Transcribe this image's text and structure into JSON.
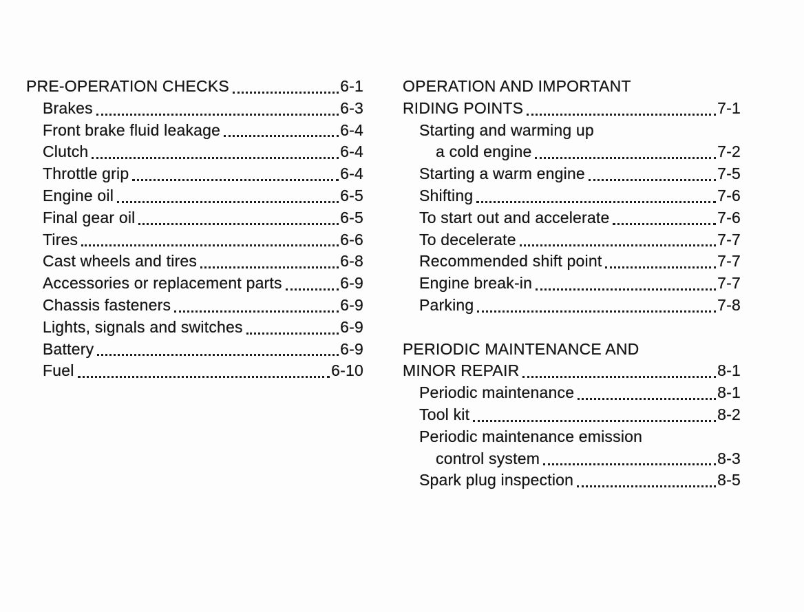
{
  "page": {
    "background": "#fdfdfd",
    "text_color": "#161616",
    "kind": "scanned manual table of contents"
  },
  "toc": {
    "left_column": {
      "rows": [
        {
          "kind": "heading",
          "label": "PRE-OPERATION CHECKS",
          "page": "6-1"
        },
        {
          "kind": "item",
          "label": "Brakes",
          "page": "6-3"
        },
        {
          "kind": "item",
          "label": "Front brake fluid leakage",
          "page": "6-4"
        },
        {
          "kind": "item",
          "label": "Clutch",
          "page": "6-4"
        },
        {
          "kind": "item",
          "label": "Throttle grip",
          "page": "6-4"
        },
        {
          "kind": "item",
          "label": "Engine oil",
          "page": "6-5"
        },
        {
          "kind": "item",
          "label": "Final gear oil",
          "page": "6-5"
        },
        {
          "kind": "item",
          "label": "Tires",
          "page": "6-6"
        },
        {
          "kind": "item",
          "label": "Cast wheels and tires",
          "page": "6-8"
        },
        {
          "kind": "item",
          "label": "Accessories or replacement parts",
          "page": "6-9"
        },
        {
          "kind": "item",
          "label": "Chassis fasteners",
          "page": "6-9"
        },
        {
          "kind": "item",
          "label": "Lights, signals and switches",
          "page": "6-9"
        },
        {
          "kind": "item",
          "label": "Battery",
          "page": "6-9"
        },
        {
          "kind": "item",
          "label": "Fuel",
          "page": "6-10"
        }
      ]
    },
    "right_column": {
      "rows": [
        {
          "kind": "heading",
          "label": "OPERATION AND IMPORTANT",
          "page": ""
        },
        {
          "kind": "heading",
          "label": "RIDING POINTS",
          "page": "7-1"
        },
        {
          "kind": "item",
          "label": "Starting and warming up",
          "page": ""
        },
        {
          "kind": "wrap",
          "label": "a cold engine",
          "page": "7-2"
        },
        {
          "kind": "item",
          "label": "Starting a warm engine",
          "page": "7-5"
        },
        {
          "kind": "item",
          "label": "Shifting",
          "page": "7-6"
        },
        {
          "kind": "item",
          "label": "To start out and accelerate",
          "page": "7-6"
        },
        {
          "kind": "item",
          "label": "To decelerate",
          "page": "7-7"
        },
        {
          "kind": "item",
          "label": "Recommended shift point",
          "page": "7-7"
        },
        {
          "kind": "item",
          "label": "Engine break-in",
          "page": "7-7"
        },
        {
          "kind": "item",
          "label": "Parking",
          "page": "7-8"
        },
        {
          "kind": "spacer",
          "label": "",
          "page": ""
        },
        {
          "kind": "heading",
          "label": "PERIODIC MAINTENANCE AND",
          "page": ""
        },
        {
          "kind": "heading",
          "label": "MINOR REPAIR",
          "page": "8-1"
        },
        {
          "kind": "item",
          "label": "Periodic maintenance",
          "page": "8-1"
        },
        {
          "kind": "item",
          "label": "Tool kit",
          "page": "8-2"
        },
        {
          "kind": "item",
          "label": "Periodic maintenance emission",
          "page": ""
        },
        {
          "kind": "wrap",
          "label": "control system",
          "page": "8-3"
        },
        {
          "kind": "item",
          "label": "Spark plug inspection",
          "page": "8-5"
        }
      ]
    }
  }
}
